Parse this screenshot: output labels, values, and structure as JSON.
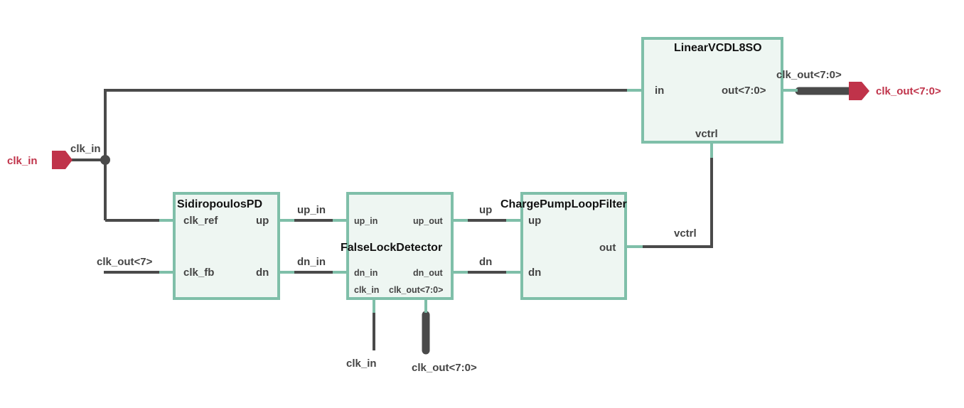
{
  "colors": {
    "wire": "#4a4a4a",
    "block_fill": "#eef6f2",
    "block_stroke": "#7fbfa9",
    "port": "#c0334a",
    "text": "#444444",
    "title": "#111111"
  },
  "ports": {
    "input": "clk_in",
    "output": "clk_out<7:0>"
  },
  "blocks": {
    "vcdl": {
      "title": "LinearVCDL8SO",
      "pin_in": "in",
      "pin_out": "out<7:0>",
      "pin_vctrl": "vctrl"
    },
    "pd": {
      "title": "SidiropoulosPD",
      "pin_clk_ref": "clk_ref",
      "pin_clk_fb": "clk_fb",
      "pin_up": "up",
      "pin_dn": "dn"
    },
    "fld": {
      "title": "FalseLockDetector",
      "pin_up_in": "up_in",
      "pin_dn_in": "dn_in",
      "pin_up_out": "up_out",
      "pin_dn_out": "dn_out",
      "pin_clk_in": "clk_in",
      "pin_clk_out": "clk_out<7:0>"
    },
    "cp": {
      "title": "ChargePumpLoopFilter",
      "pin_up": "up",
      "pin_dn": "dn",
      "pin_out": "out"
    }
  },
  "nets": {
    "clk_in_junction": "clk_in",
    "vcdl_out_bus": "clk_out<7:0>",
    "pd_fb_net": "clk_out<7>",
    "up_in": "up_in",
    "dn_in": "dn_in",
    "up": "up",
    "dn": "dn",
    "vctrl": "vctrl",
    "fld_clk_in": "clk_in",
    "fld_clk_out": "clk_out<7:0>"
  }
}
